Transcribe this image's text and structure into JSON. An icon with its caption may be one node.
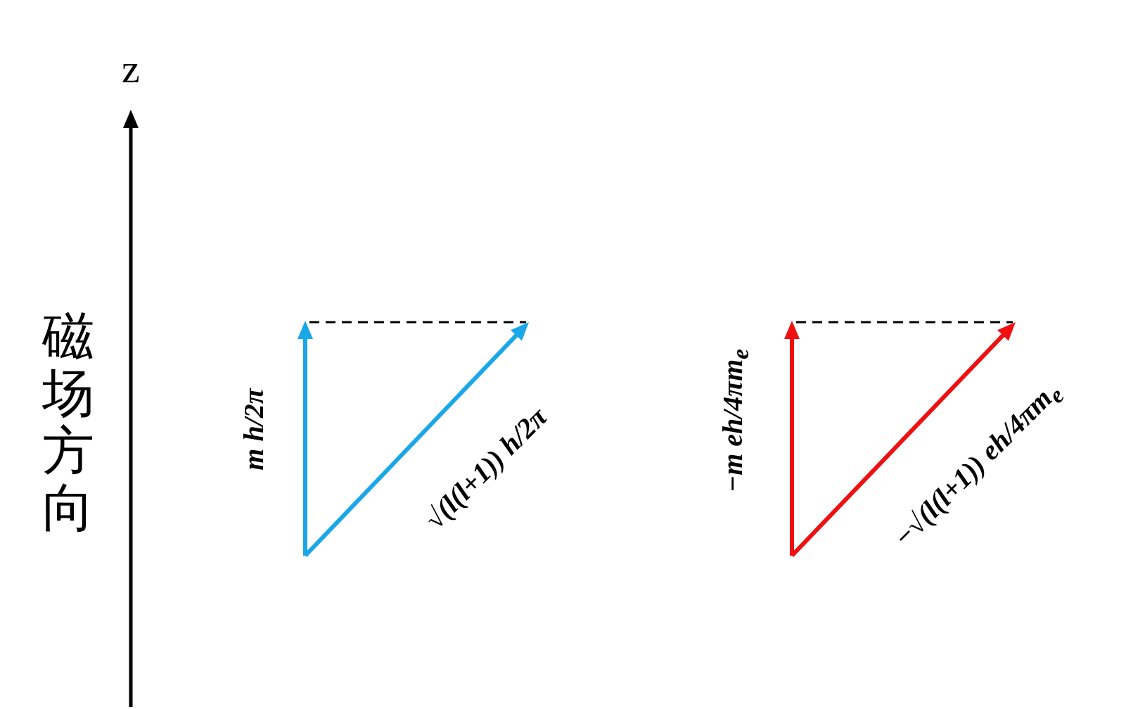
{
  "diagram": {
    "labels": [
      "z",
      "磁场方向",
      "m h/2π",
      "√(l(l+1)) h/2π",
      "−m eh/4πm$_{e}$",
      "−√(l(l+1)) eh/4πm$_{e}$"
    ]
  }
}
